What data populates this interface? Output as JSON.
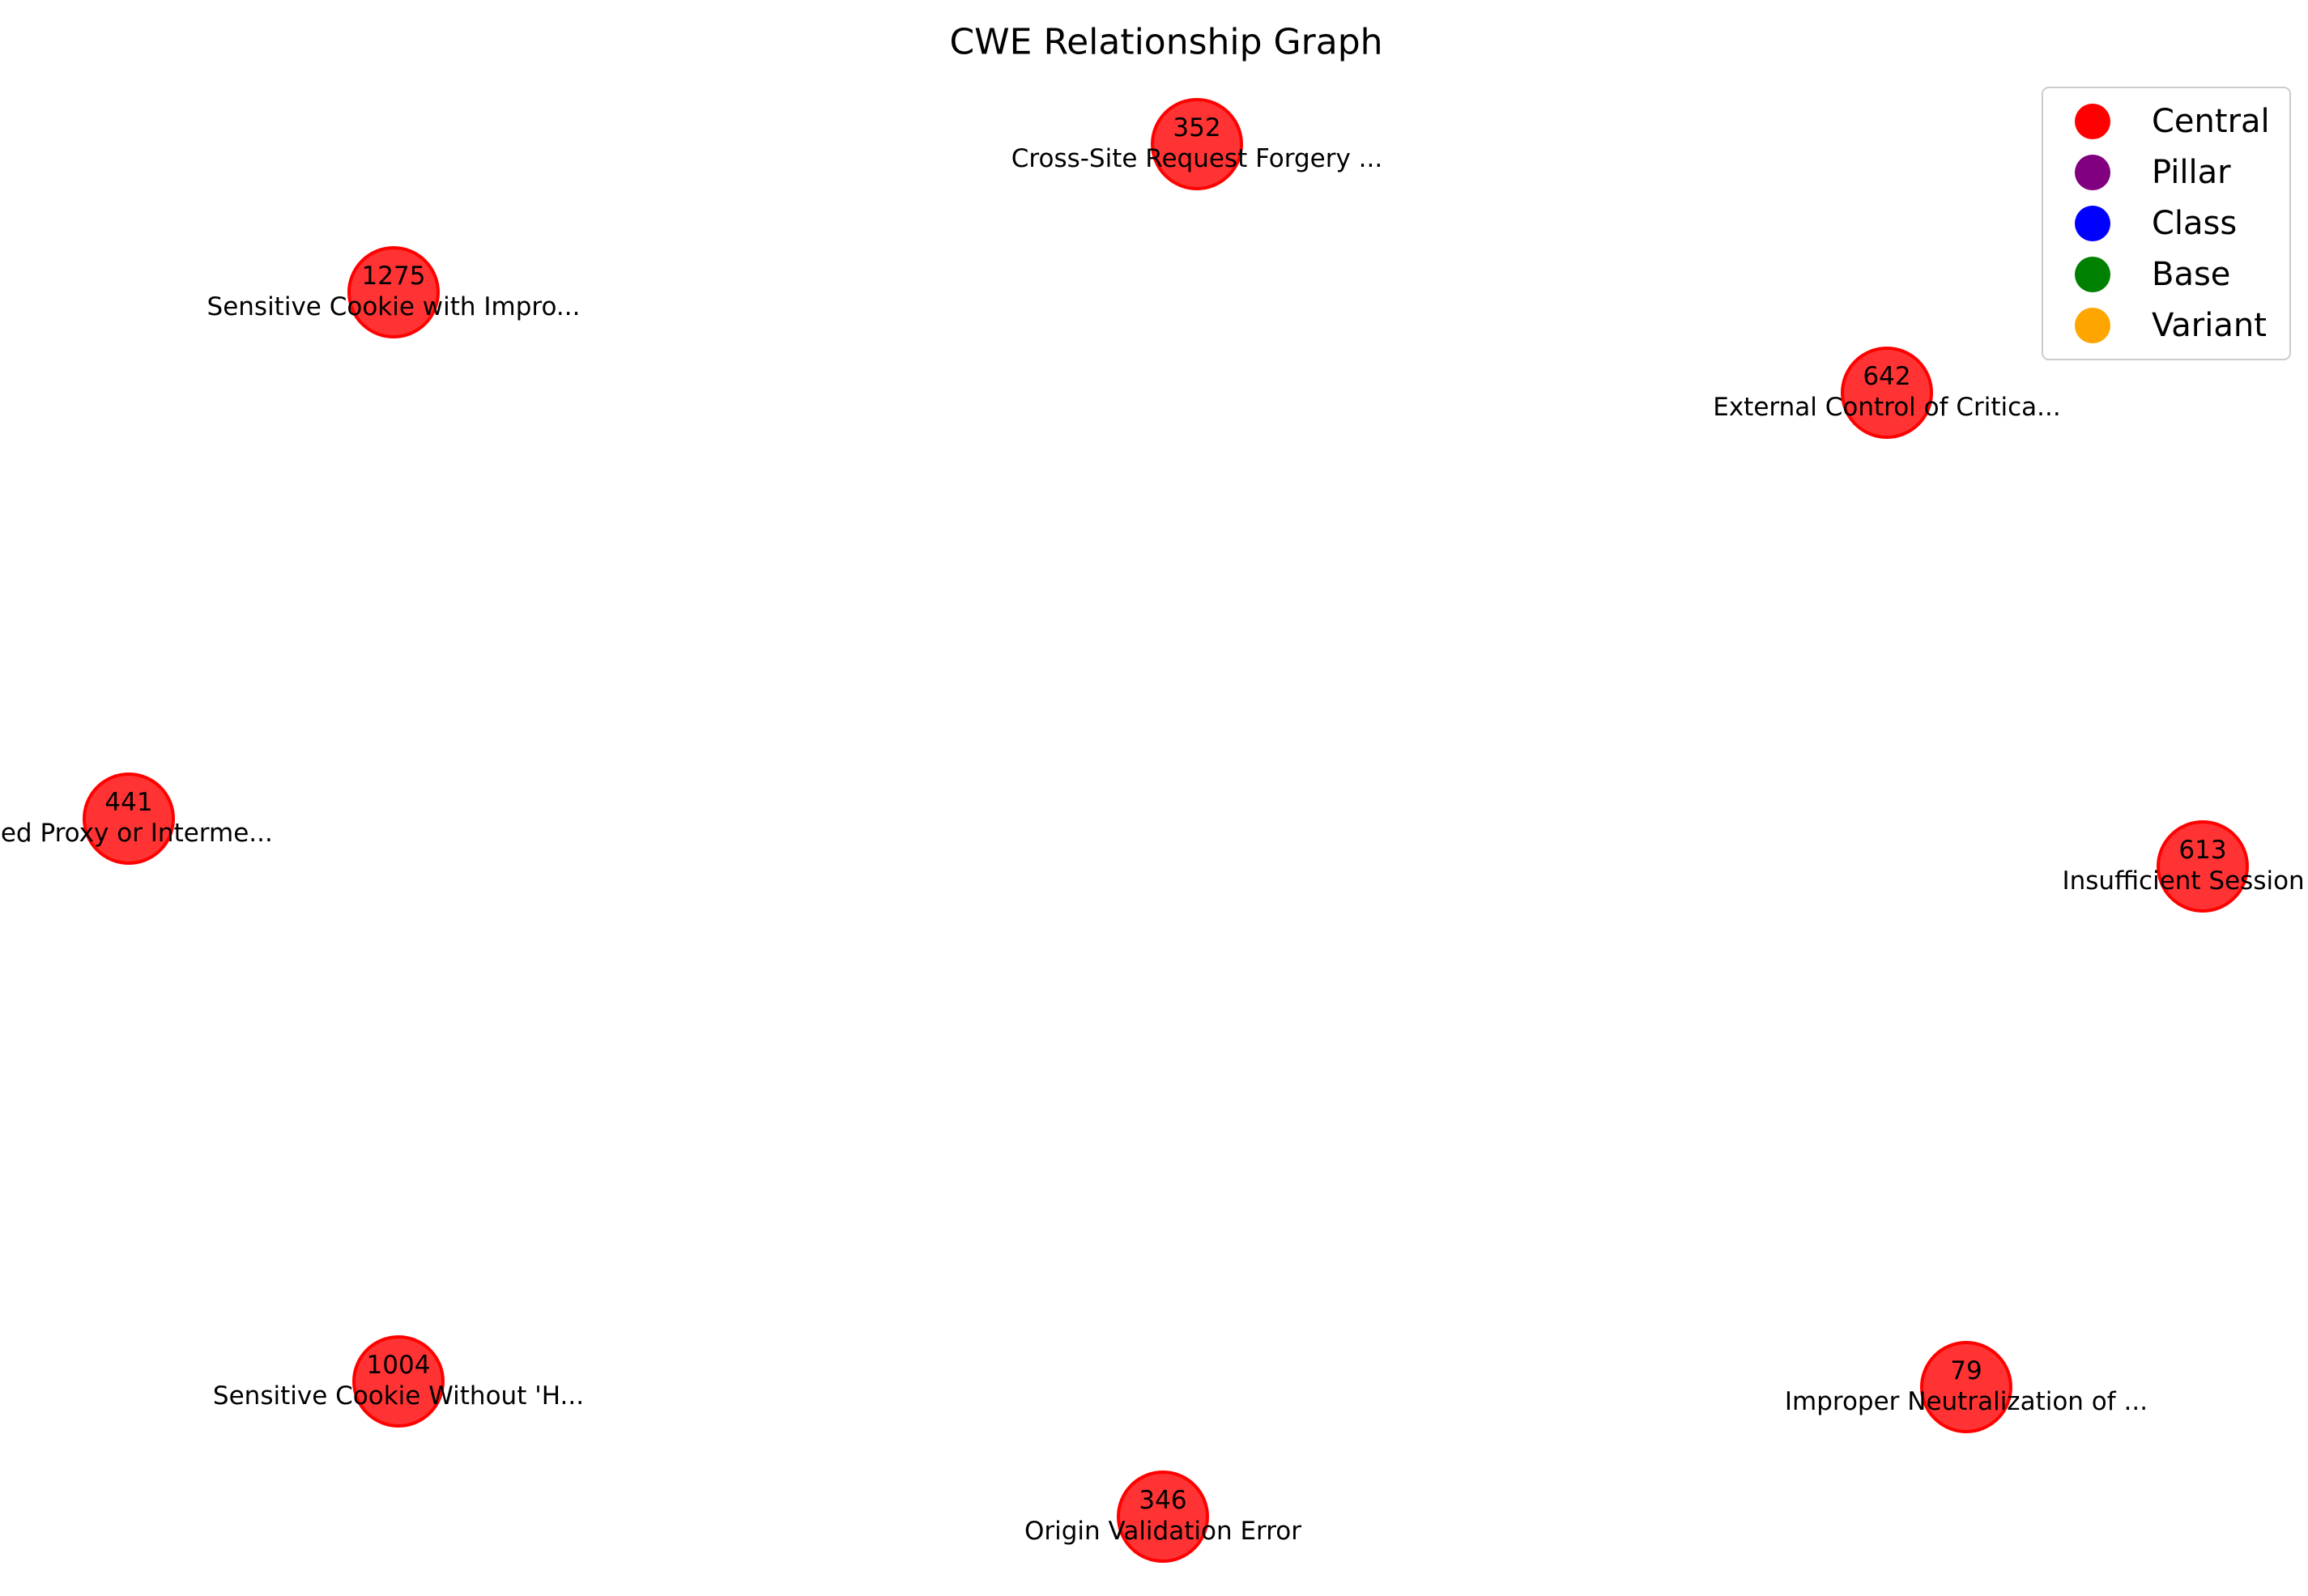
{
  "title": "CWE Relationship Graph",
  "legend": {
    "items": [
      {
        "label": "Central",
        "color": "#ff0000"
      },
      {
        "label": "Pillar",
        "color": "#800080"
      },
      {
        "label": "Class",
        "color": "#0000ff"
      },
      {
        "label": "Base",
        "color": "#008000"
      },
      {
        "label": "Variant",
        "color": "#ffa500"
      }
    ]
  },
  "node_style": {
    "fill": "#ff0000",
    "fill_opacity": 0.8,
    "stroke": "#ff0000"
  },
  "nodes": [
    {
      "id": "352",
      "label": "Cross-Site Request Forgery ...",
      "category": "Central"
    },
    {
      "id": "1275",
      "label": "Sensitive Cookie with Impro...",
      "category": "Central"
    },
    {
      "id": "642",
      "label": "External Control of Critica...",
      "category": "Central"
    },
    {
      "id": "441",
      "label": "ded Proxy or Interme...",
      "category": "Central"
    },
    {
      "id": "613",
      "label": "Insufficient Session Ex",
      "category": "Central"
    },
    {
      "id": "1004",
      "label": "Sensitive Cookie Without 'H...",
      "category": "Central"
    },
    {
      "id": "79",
      "label": "Improper Neutralization of ...",
      "category": "Central"
    },
    {
      "id": "346",
      "label": "Origin Validation Error",
      "category": "Central"
    }
  ],
  "edges": []
}
